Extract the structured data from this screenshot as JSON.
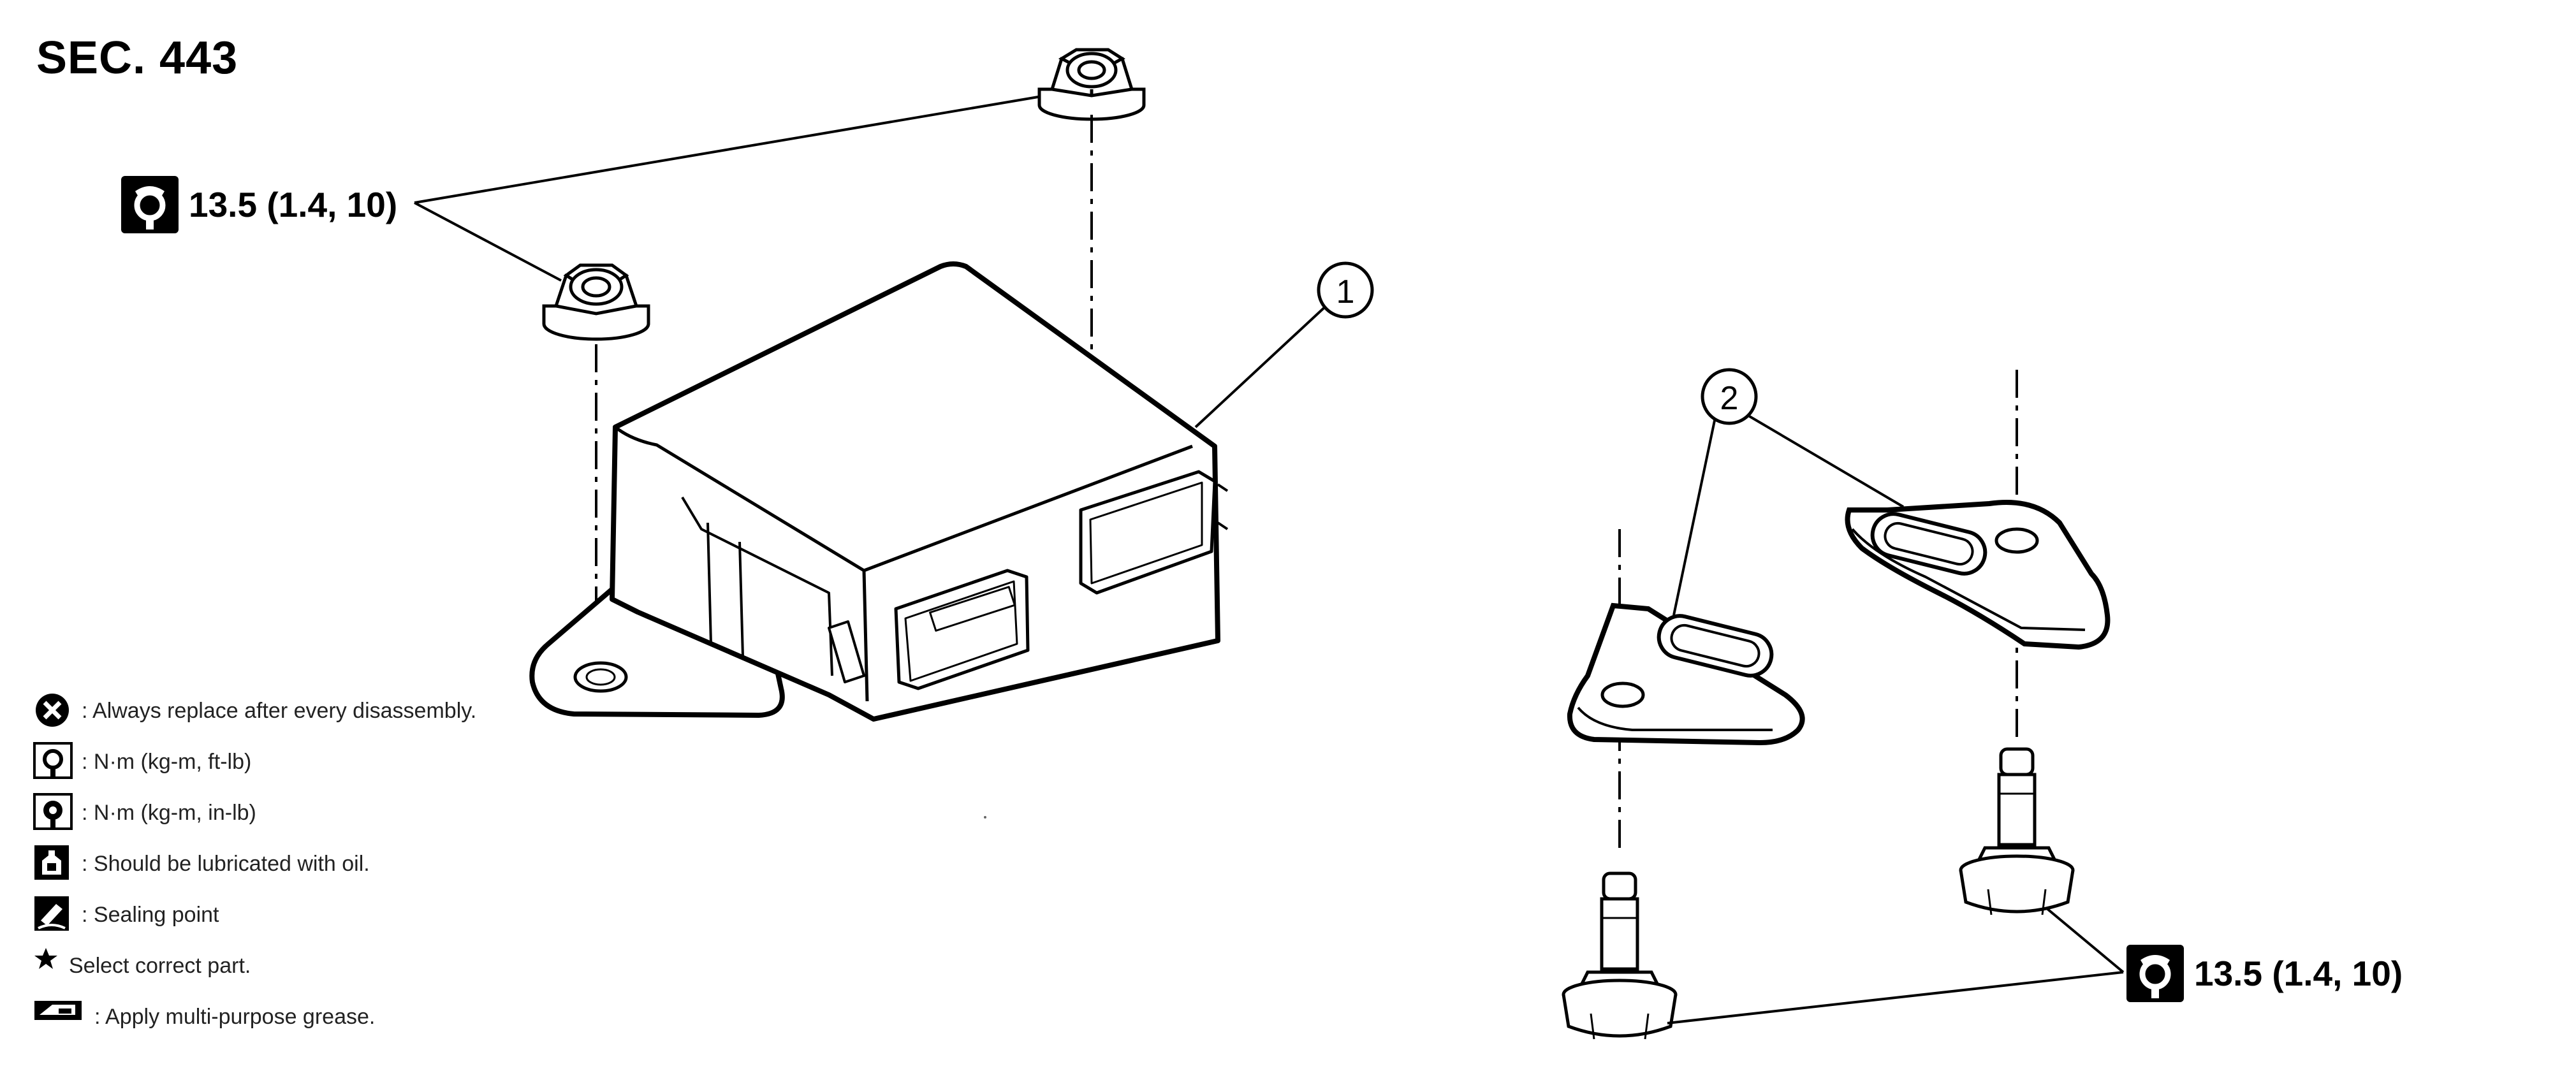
{
  "header": {
    "section": "SEC. 443"
  },
  "callouts": [
    {
      "number": "1"
    },
    {
      "number": "2"
    }
  ],
  "torque_specs": [
    {
      "icon": "wrench-torque-icon",
      "value": "13.5 (1.4, 10)"
    },
    {
      "icon": "wrench-torque-icon",
      "value": "13.5 (1.4, 10)"
    }
  ],
  "legend": [
    {
      "icon": "always-replace-icon",
      "text": ": Always replace after every disassembly."
    },
    {
      "icon": "torque-ft-lb-icon",
      "text": ": N·m (kg-m, ft-lb)"
    },
    {
      "icon": "torque-in-lb-icon",
      "text": ": N·m (kg-m, in-lb)"
    },
    {
      "icon": "oil-can-icon",
      "text": ": Should be lubricated with oil."
    },
    {
      "icon": "sealing-point-icon",
      "text": ": Sealing point"
    },
    {
      "icon": "star-icon",
      "text": "Select correct part."
    },
    {
      "icon": "grease-icon",
      "text": ": Apply multi-purpose grease."
    }
  ]
}
